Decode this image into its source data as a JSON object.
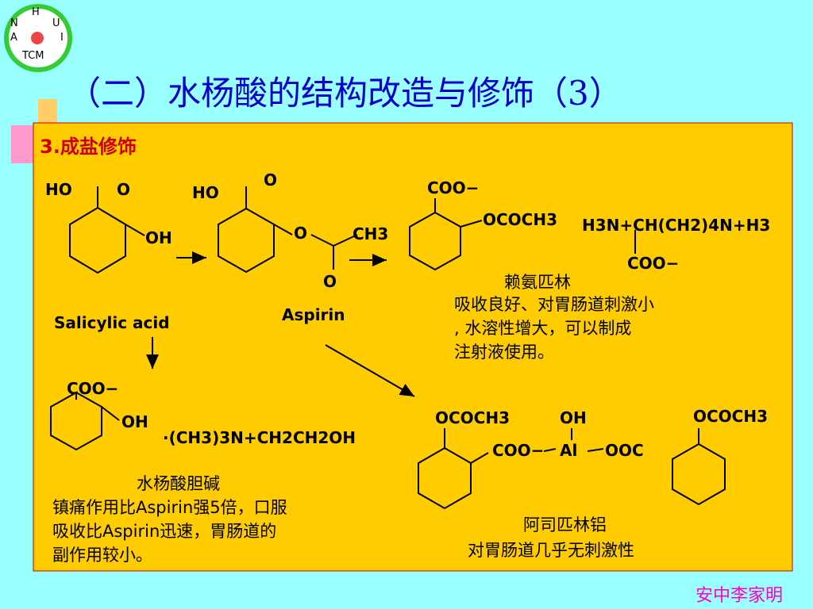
{
  "logo": {
    "h": "H",
    "n": "N",
    "u": "U",
    "a": "A",
    "i": "I",
    "tcm": "TCM"
  },
  "title": "（二）水杨酸的结构改造与修饰（3）",
  "section": "3.成盐修饰",
  "salicylic": {
    "ho": "HO",
    "o": "O",
    "oh": "OH",
    "name": "Salicylic acid"
  },
  "aspirin": {
    "ho": "HO",
    "o1": "O",
    "o2": "O",
    "ch3": "CH3",
    "o3": "O",
    "name": "Aspirin"
  },
  "lys": {
    "coo": "COO−",
    "ococh3": "OCOCH3",
    "cation": "H3N+CH(CH2)4N+H3",
    "coo2": "COO−",
    "name": "赖氨匹林",
    "desc": [
      "吸收良好、对胃肠道刺激小",
      ",  水溶性增大，可以制成",
      "注射液使用。"
    ]
  },
  "cho": {
    "coo": "COO−",
    "oh": "OH",
    "cation": "·(CH3)3N+CH2CH2OH",
    "name": "水杨酸胆碱",
    "desc": [
      "镇痛作用比Aspirin强5倍，口服",
      "吸收比Aspirin迅速，胃肠道的",
      "副作用较小。"
    ]
  },
  "al": {
    "ococh3a": "OCOCH3",
    "oh": "OH",
    "ococh3b": "OCOCH3",
    "coo": "COO−",
    "al": "Al",
    "ooc": "OOC",
    "name": "阿司匹林铝",
    "desc": "对胃肠道几乎无刺激性"
  },
  "author": "安中李家明"
}
